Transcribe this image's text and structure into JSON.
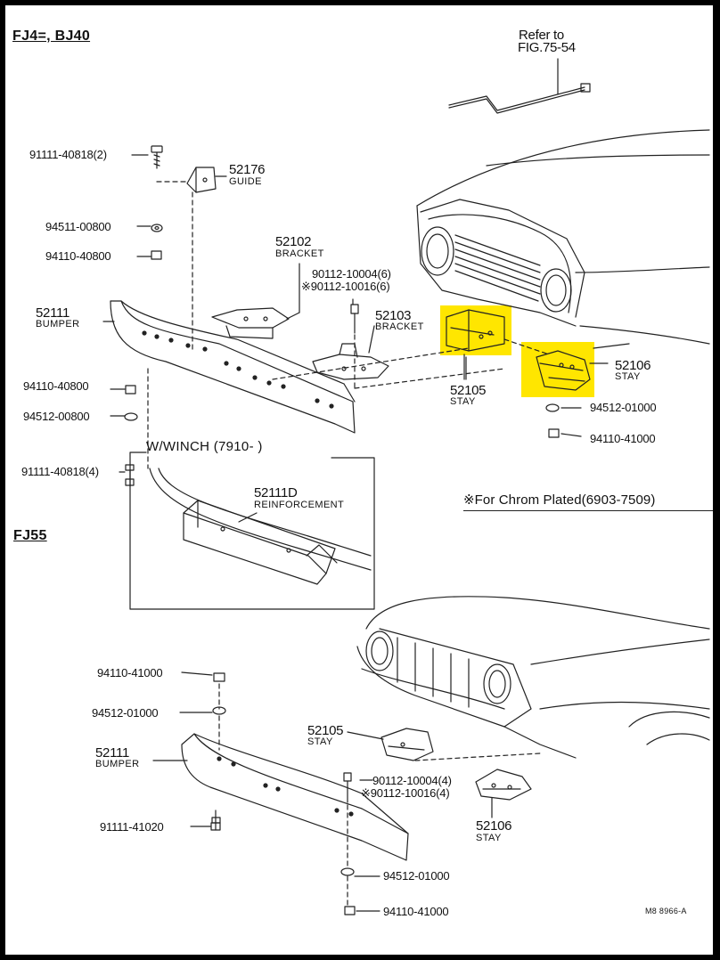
{
  "diagram": {
    "headers": {
      "top_models": "FJ4=, BJ40",
      "bottom_model": "FJ55"
    },
    "refer": {
      "line1": "Refer to",
      "line2": "FIG.75-54"
    },
    "winch_box": {
      "title": "W/WINCH  (7910-        )",
      "part": "52111D",
      "part_name": "REINFORCEMENT"
    },
    "chrome_note": "※For Chrom Plated(6903-7509)",
    "footer_code": "M8  8966-A",
    "highlight_color": "#ffe600",
    "top_parts": [
      {
        "id": "p1",
        "text": "91111-40818(2)"
      },
      {
        "id": "p2",
        "num": "52176",
        "name": "GUIDE"
      },
      {
        "id": "p3",
        "text": "94511-00800"
      },
      {
        "id": "p4",
        "text": "94110-40800"
      },
      {
        "id": "p5",
        "num": "52102",
        "name": "BRACKET"
      },
      {
        "id": "p6",
        "text": "90112-10004(6)"
      },
      {
        "id": "p7",
        "text": "※90112-10016(6)"
      },
      {
        "id": "p8",
        "num": "52111",
        "name": "BUMPER"
      },
      {
        "id": "p9",
        "num": "52103",
        "name": "BRACKET"
      },
      {
        "id": "p10",
        "num": "52105",
        "name": "STAY"
      },
      {
        "id": "p11",
        "num": "52106",
        "name": "STAY"
      },
      {
        "id": "p12",
        "text": "94110-40800"
      },
      {
        "id": "p13",
        "text": "94512-00800"
      },
      {
        "id": "p14",
        "text": "94512-01000"
      },
      {
        "id": "p15",
        "text": "94110-41000"
      },
      {
        "id": "p16",
        "text": "91111-40818(4)"
      }
    ],
    "bottom_parts": [
      {
        "id": "b1",
        "text": "94110-41000"
      },
      {
        "id": "b2",
        "text": "94512-01000"
      },
      {
        "id": "b3",
        "num": "52111",
        "name": "BUMPER"
      },
      {
        "id": "b4",
        "num": "52105",
        "name": "STAY"
      },
      {
        "id": "b5",
        "text": "90112-10004(4)"
      },
      {
        "id": "b6",
        "text": "※90112-10016(4)"
      },
      {
        "id": "b7",
        "text": "91111-41020"
      },
      {
        "id": "b8",
        "num": "52106",
        "name": "STAY"
      },
      {
        "id": "b9",
        "text": "94512-01000"
      },
      {
        "id": "b10",
        "text": "94110-41000"
      }
    ]
  }
}
